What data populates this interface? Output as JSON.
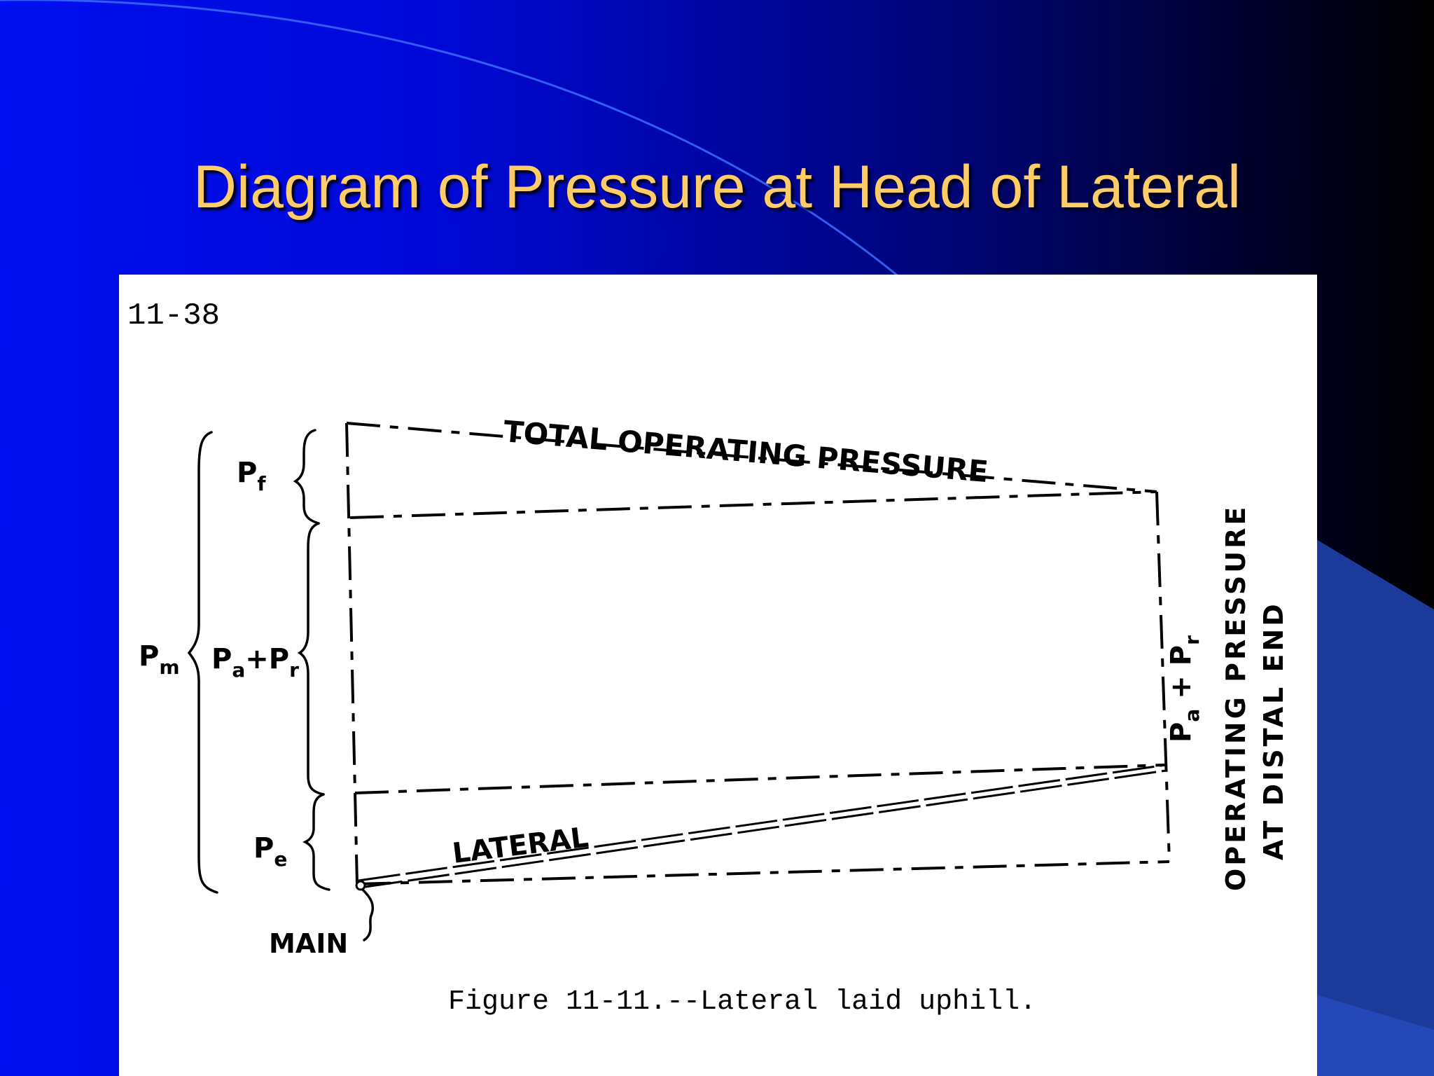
{
  "slide": {
    "title": "Diagram of Pressure at Head of Lateral",
    "colors": {
      "title": "#ffcc66",
      "background_left": "#0010f0",
      "background_right": "#000000"
    }
  },
  "figure": {
    "page_number": "11-38",
    "labels": {
      "total_operating_pressure": "TOTAL OPERATING PRESSURE",
      "pf": "P",
      "pf_sub": "f",
      "pa_pr": "P",
      "pa_pr_sub1": "a",
      "pa_pr_plus": "+",
      "pa_pr_2": "P",
      "pa_pr_sub2": "r",
      "pm": "P",
      "pm_sub": "m",
      "pe": "P",
      "pe_sub": "e",
      "lateral": "LATERAL",
      "main": "MAIN",
      "right_pa_pr": "P",
      "right_pa_sub": "a",
      "right_plus": "+",
      "right_pr": "P",
      "right_pr_sub": "r",
      "operating_pressure": "OPERATING PRESSURE",
      "at_distal_end": "AT DISTAL END"
    },
    "caption": "Figure 11-11.--Lateral laid uphill."
  }
}
